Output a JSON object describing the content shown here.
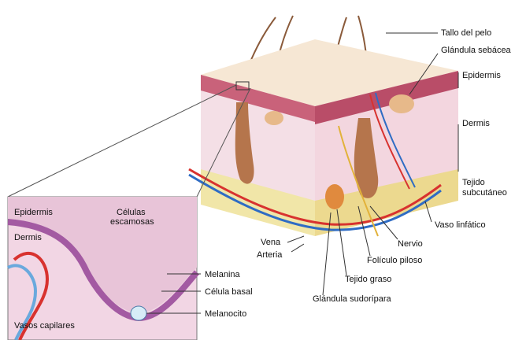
{
  "labels": {
    "tallo": "Tallo del pelo",
    "glandula_sebacea": "Glándula sebácea",
    "epidermis_right": "Epidermis",
    "dermis_right": "Dermis",
    "tejido_sub_1": "Tejido",
    "tejido_sub_2": "subcutáneo",
    "vaso_linfatico": "Vaso linfático",
    "nervio": "Nervio",
    "foliculo": "Folículo piloso",
    "tejido_graso": "Tejido graso",
    "glandula_sudoripara": "Glándula sudorípara",
    "vena": "Vena",
    "arteria": "Arteria",
    "epidermis_inset": "Epidermis",
    "celulas_1": "Células",
    "celulas_2": "escamosas",
    "dermis_inset": "Dermis",
    "melanina": "Melanina",
    "celula_basal": "Célula basal",
    "melanocito": "Melanocito",
    "vasos_capilares": "Vasos capilares"
  },
  "colors": {
    "epidermis": "#c9627a",
    "dermis": "#f3dbe6",
    "subcutaneous": "#f1e6a8",
    "artery": "#d8322f",
    "vein": "#2f6cc4",
    "hair": "#9b5a36"
  }
}
